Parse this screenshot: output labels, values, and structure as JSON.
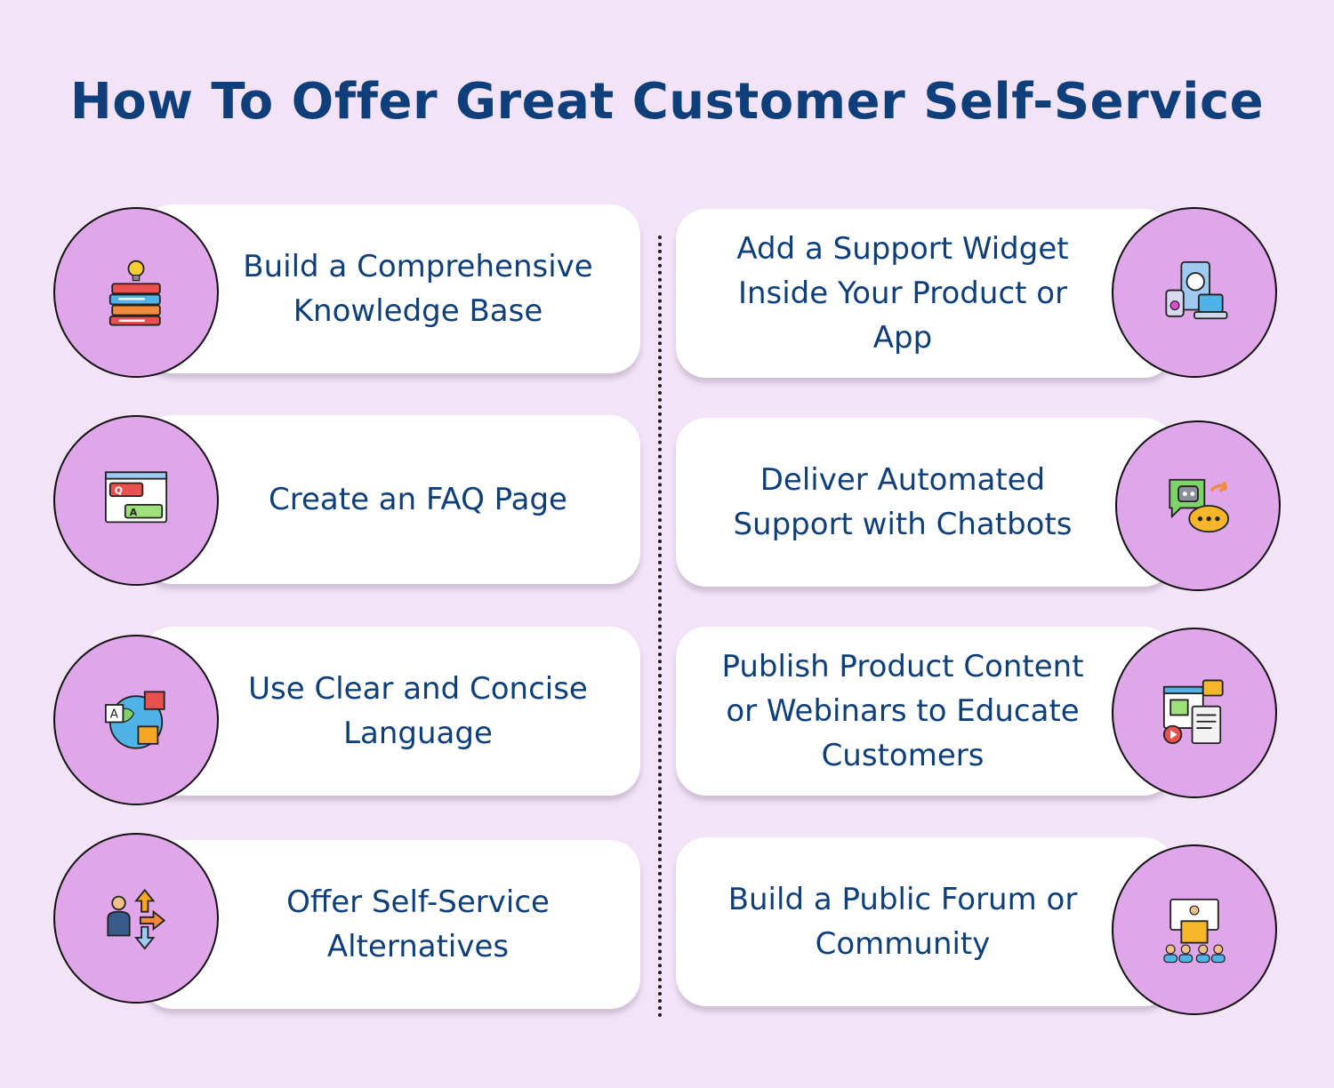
{
  "title": "How To Offer Great Customer Self-Service",
  "colors": {
    "background": "#f3e3f6",
    "heading": "#0e3f7a",
    "circle": "#e0a6ea",
    "card": "#ffffff"
  },
  "left_items": [
    {
      "label": "Build a Comprehensive Knowledge Base",
      "icon": "books-lightbulb-icon"
    },
    {
      "label": "Create an FAQ Page",
      "icon": "faq-qa-icon"
    },
    {
      "label": "Use Clear and Concise Language",
      "icon": "globe-translation-icon"
    },
    {
      "label": "Offer Self-Service Alternatives",
      "icon": "person-arrows-icon"
    }
  ],
  "right_items": [
    {
      "label": "Add a Support Widget Inside Your Product or App",
      "icon": "devices-support-icon"
    },
    {
      "label": "Deliver Automated Support with Chatbots",
      "icon": "chatbot-icon"
    },
    {
      "label": "Publish Product Content or Webinars to Educate Customers",
      "icon": "webinar-content-icon"
    },
    {
      "label": "Build a Public Forum or Community",
      "icon": "community-podium-icon"
    }
  ]
}
